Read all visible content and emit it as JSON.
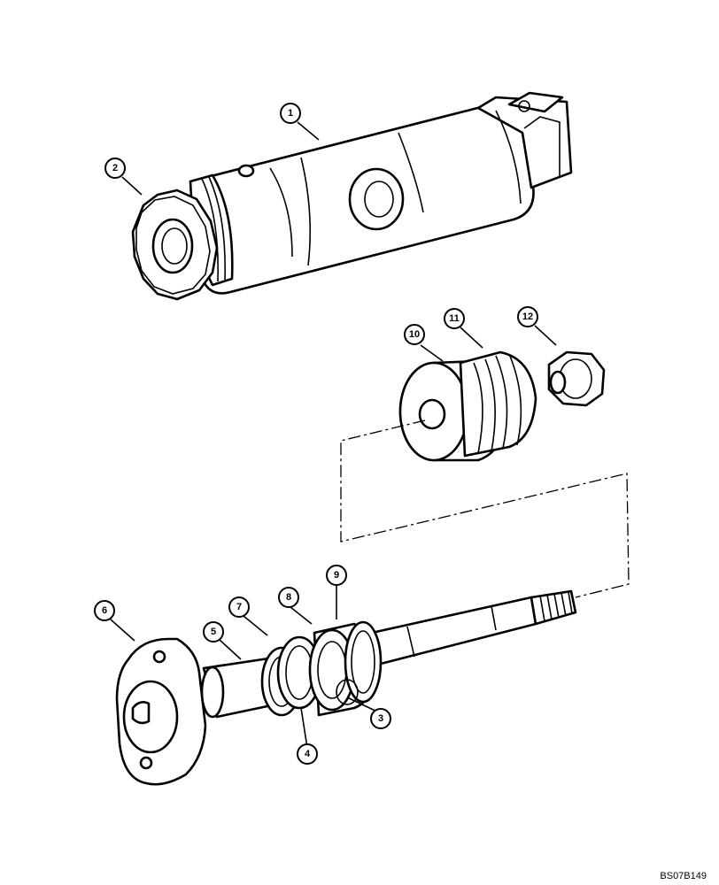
{
  "callouts": [
    {
      "id": "callout-1",
      "label": "1"
    },
    {
      "id": "callout-2",
      "label": "2"
    },
    {
      "id": "callout-3",
      "label": "3"
    },
    {
      "id": "callout-4",
      "label": "4"
    },
    {
      "id": "callout-5",
      "label": "5"
    },
    {
      "id": "callout-6",
      "label": "6"
    },
    {
      "id": "callout-7",
      "label": "7"
    },
    {
      "id": "callout-8",
      "label": "8"
    },
    {
      "id": "callout-9",
      "label": "9"
    },
    {
      "id": "callout-10",
      "label": "10"
    },
    {
      "id": "callout-11",
      "label": "11"
    },
    {
      "id": "callout-12",
      "label": "12"
    }
  ],
  "drawing_code": "BS07B149"
}
